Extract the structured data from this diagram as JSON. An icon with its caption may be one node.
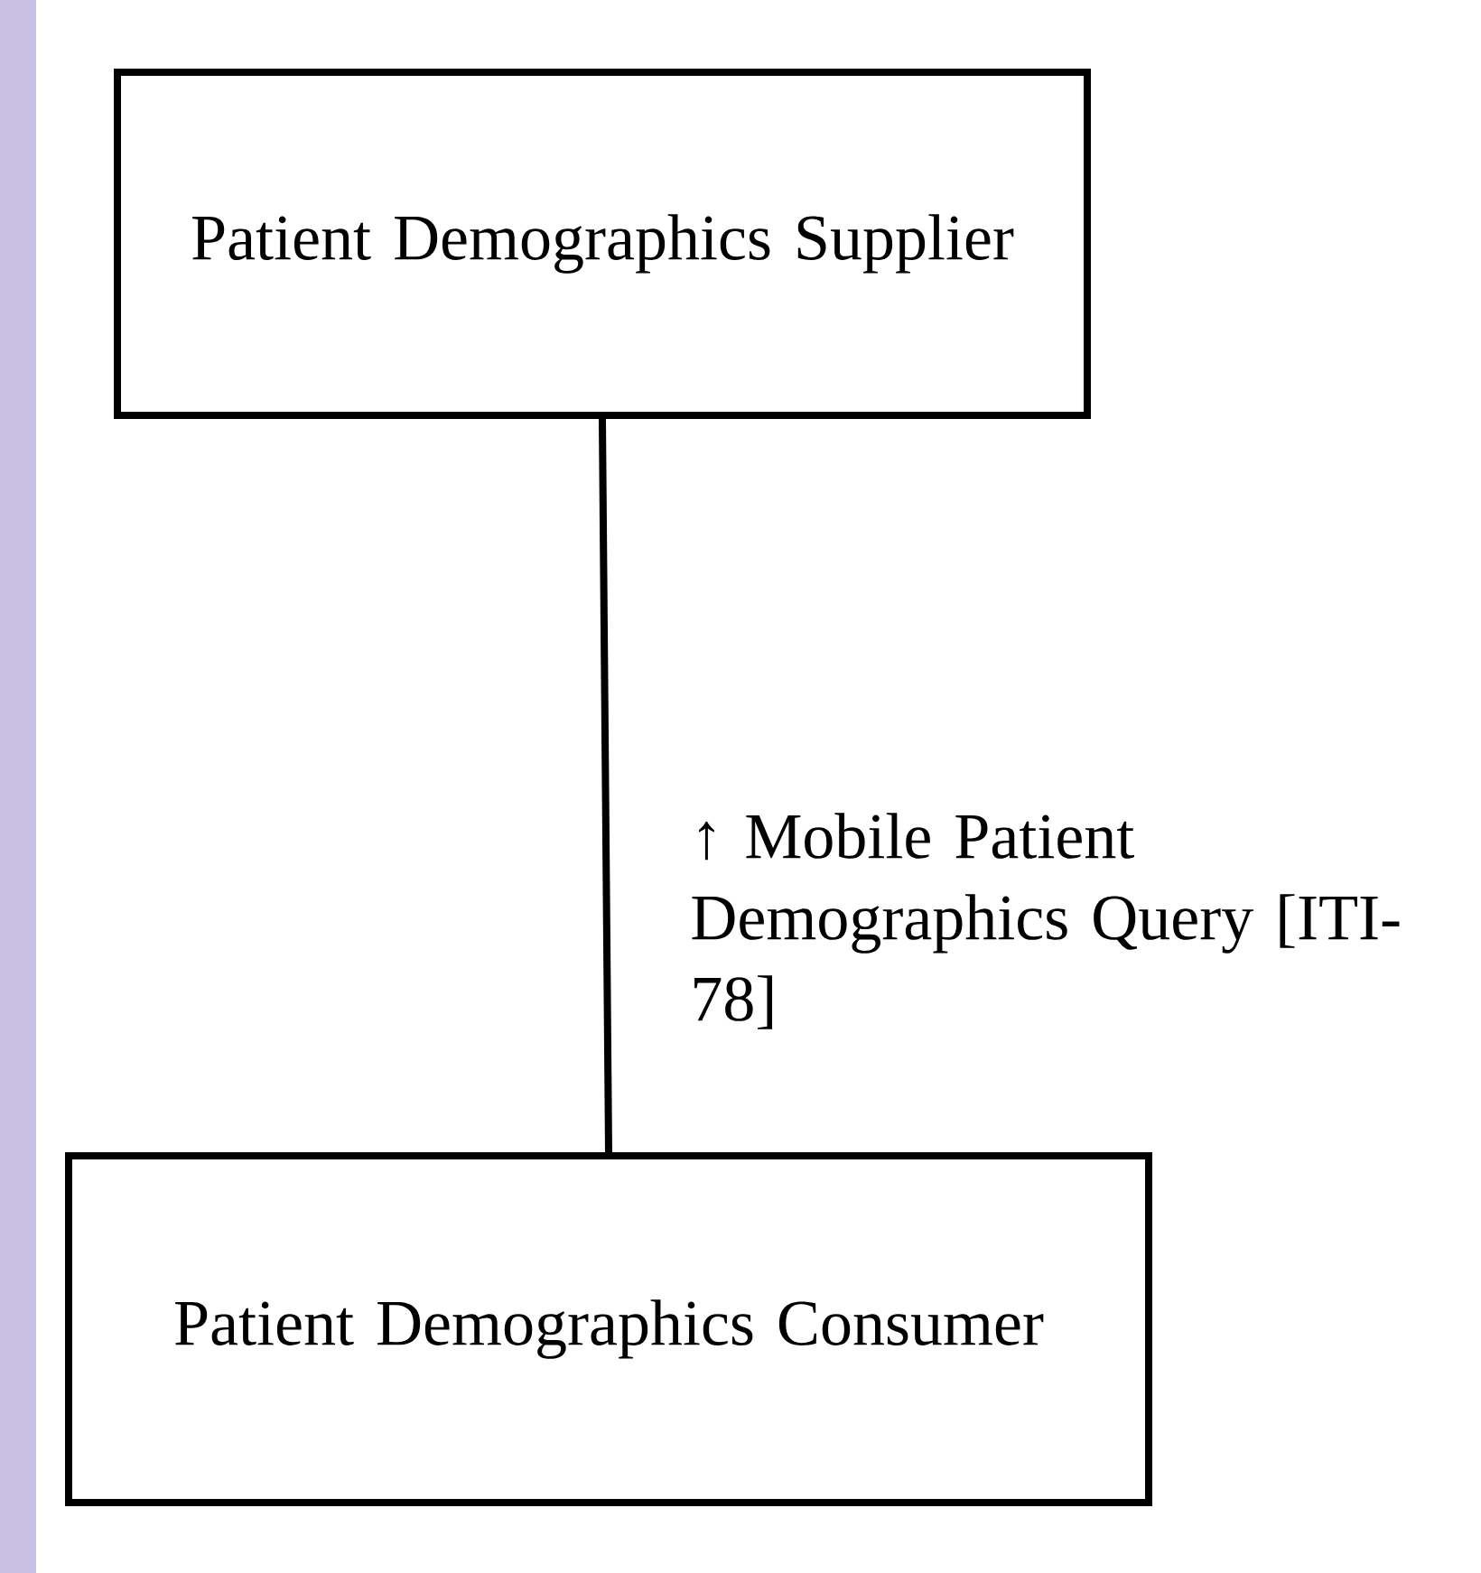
{
  "diagram": {
    "nodes": [
      {
        "text": [
          "Patient Demographics Supplier"
        ]
      },
      {
        "text": [
          "Patient Demographics Consumer"
        ]
      }
    ],
    "edges": [
      {
        "from": 0,
        "to": 1,
        "arrow": "none",
        "label": "↑ Mobile Patient Demographics Query [ITI-78]"
      }
    ]
  }
}
